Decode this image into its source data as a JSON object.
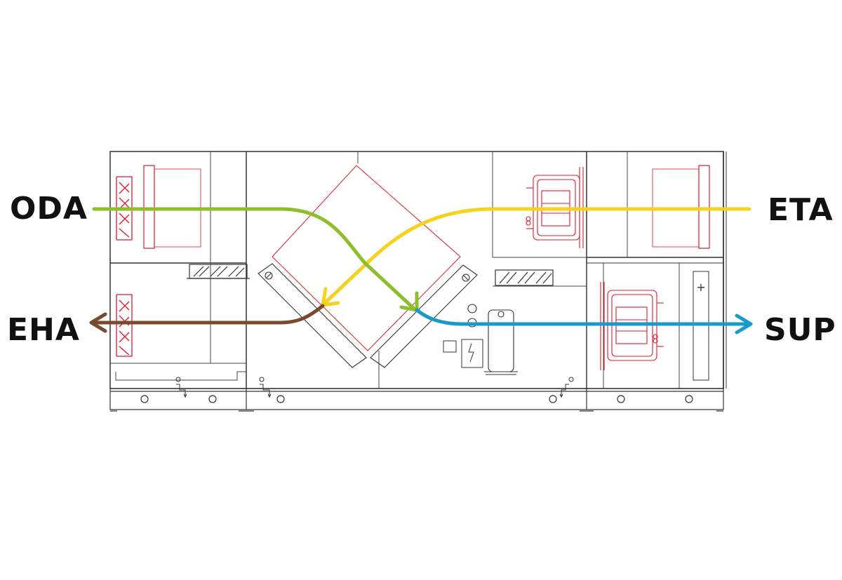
{
  "labels": {
    "oda": "ODA",
    "eta": "ETA",
    "eha": "EHA",
    "sup": "SUP"
  },
  "symbols": {
    "heater_plus": "+"
  },
  "flows": [
    {
      "key": "oda",
      "color": "#8dbf2a"
    },
    {
      "key": "eta",
      "color": "#f5d21e"
    },
    {
      "key": "eha",
      "color": "#7a4a30"
    },
    {
      "key": "sup",
      "color": "#1a9ac9"
    }
  ],
  "colors": {
    "outline": "#333333",
    "component": "#e0182d",
    "background": "#ffffff"
  },
  "icons": [
    "damper-icon",
    "filter-icon",
    "fan-icon",
    "cross-flow-heat-exchanger-icon",
    "compressor-icon",
    "electric-panel-icon",
    "heater-icon",
    "condensate-drain-icon"
  ]
}
